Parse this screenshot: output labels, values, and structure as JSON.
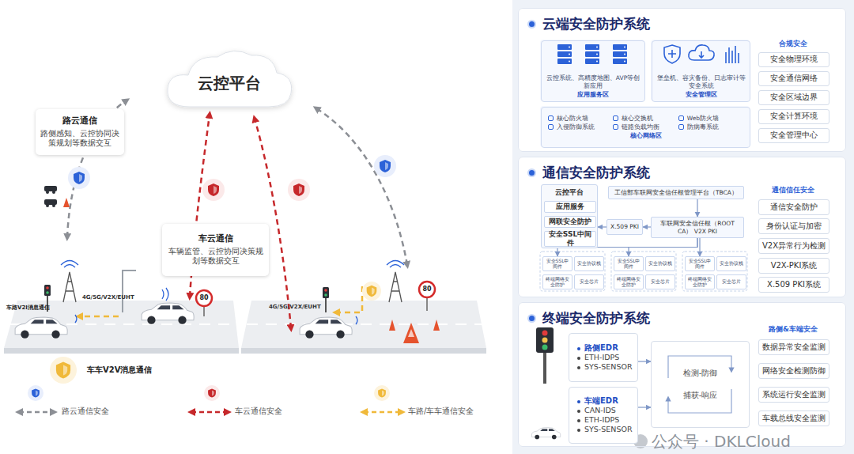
{
  "diagram": {
    "nodes": [
      {
        "text": [
          "云控平台"
        ]
      },
      {
        "text": [
          "路云通信",
          "路侧感知、云控协同决策规划等数据交互"
        ]
      },
      {
        "text": [
          "车云通信",
          "车辆监管、云控协同决策规划等数据交互"
        ]
      },
      {
        "text": [
          "云端安全防护系统"
        ]
      },
      {
        "text": [
          "云控系统、高精度地图、AVP等创新应用",
          "应用服务区"
        ],
        "in": 3
      },
      {
        "text": [
          "堡垒机、容灾备份、日志审计等安全系统",
          "安全管理区"
        ],
        "in": 3
      },
      {
        "text": [
          "核心防火墙",
          "核心交换机",
          "Web防火墙",
          "入侵防御系统",
          "链路负载均衡",
          "防病毒系统",
          "核心网络区"
        ],
        "in": 3
      },
      {
        "text": [
          "安全物理环境"
        ],
        "in": 3
      },
      {
        "text": [
          "安全通信网络"
        ],
        "in": 3
      },
      {
        "text": [
          "安全区域边界"
        ],
        "in": 3
      },
      {
        "text": [
          "安全计算环境"
        ],
        "in": 3
      },
      {
        "text": [
          "安全管理中心"
        ],
        "in": 3
      },
      {
        "text": [
          "通信安全防护系统"
        ]
      },
      {
        "text": [
          "云控平台"
        ],
        "in": 12
      },
      {
        "text": [
          "应用服务"
        ],
        "in": 13
      },
      {
        "text": [
          "网联安全防护"
        ],
        "in": 13
      },
      {
        "text": [
          "安全SSL中间件"
        ],
        "in": 13
      },
      {
        "text": [
          "工信部车联网安全信任根管理平台（TBCA）"
        ],
        "in": 12
      },
      {
        "text": [
          "X.509 PKI"
        ],
        "in": 12
      },
      {
        "text": [
          "车联网安全信任根（ROOT CA） V2X PKI"
        ],
        "in": 12
      },
      {
        "text": [
          "安全SSL中间件"
        ],
        "in": 12
      },
      {
        "text": [
          "安全协议栈"
        ],
        "in": 12
      },
      {
        "text": [
          "终端网络安全防护"
        ],
        "in": 12
      },
      {
        "text": [
          "安全芯片"
        ],
        "in": 12
      },
      {
        "text": [
          "安全SSL中间件"
        ],
        "in": 12
      },
      {
        "text": [
          "安全协议栈"
        ],
        "in": 12
      },
      {
        "text": [
          "终端网络安全防护"
        ],
        "in": 12
      },
      {
        "text": [
          "安全芯片"
        ],
        "in": 12
      },
      {
        "text": [
          "安全SSL中间件"
        ],
        "in": 12
      },
      {
        "text": [
          "安全协议栈"
        ],
        "in": 12
      },
      {
        "text": [
          "终端网络安全防护"
        ],
        "in": 12
      },
      {
        "text": [
          "安全芯片"
        ],
        "in": 12
      },
      {
        "text": [
          "通信安全防护"
        ],
        "in": 12
      },
      {
        "text": [
          "身份认证与加密"
        ],
        "in": 12
      },
      {
        "text": [
          "V2X异常行为检测"
        ],
        "in": 12
      },
      {
        "text": [
          "V2X-PKI系统"
        ],
        "in": 12
      },
      {
        "text": [
          "X.509 PKI系统"
        ],
        "in": 12
      },
      {
        "text": [
          "终端安全防护系统"
        ]
      },
      {
        "text": [
          "路侧EDR",
          "ETH-IDPS",
          "SYS-SENSOR"
        ],
        "in": 37
      },
      {
        "text": [
          "车端EDR",
          "CAN-IDS",
          "ETH-IDPS",
          "SYS-SENSOR"
        ],
        "in": 37
      },
      {
        "text": [
          "检测-防御",
          "捕获-响应"
        ],
        "in": 37
      },
      {
        "text": [
          "数据异常安全监测"
        ],
        "in": 37
      },
      {
        "text": [
          "网络安全检测防御"
        ],
        "in": 37
      },
      {
        "text": [
          "系统运行安全监测"
        ],
        "in": 37
      },
      {
        "text": [
          "车载总线安全监测"
        ],
        "in": 37
      }
    ],
    "edges": [
      {
        "from": 17,
        "to": 19,
        "arrow": "to"
      },
      {
        "from": 19,
        "to": 18,
        "arrow": "to"
      },
      {
        "from": 18,
        "to": 13,
        "arrow": "to"
      },
      {
        "from": 19,
        "to": 20,
        "arrow": "to"
      },
      {
        "from": 19,
        "to": 24,
        "arrow": "to"
      },
      {
        "from": 19,
        "to": 28,
        "arrow": "to"
      },
      {
        "from": 38,
        "to": 40,
        "arrow": "to"
      },
      {
        "from": 39,
        "to": 40,
        "arrow": "to"
      }
    ],
    "labels": [
      "车路V2I消息通信",
      "4G/5G/V2X/EUHT",
      "80",
      "4G/5G/V2X/EUHT",
      "80",
      "车车V2V消息通信",
      "合规安全",
      "通信信任安全",
      "路侧&车端安全",
      "公众号 · DKLCloud"
    ],
    "legend": [
      {
        "text": "路云通信安全"
      },
      {
        "text": "车云通信安全"
      },
      {
        "text": "车路/车车通信安全"
      }
    ]
  }
}
